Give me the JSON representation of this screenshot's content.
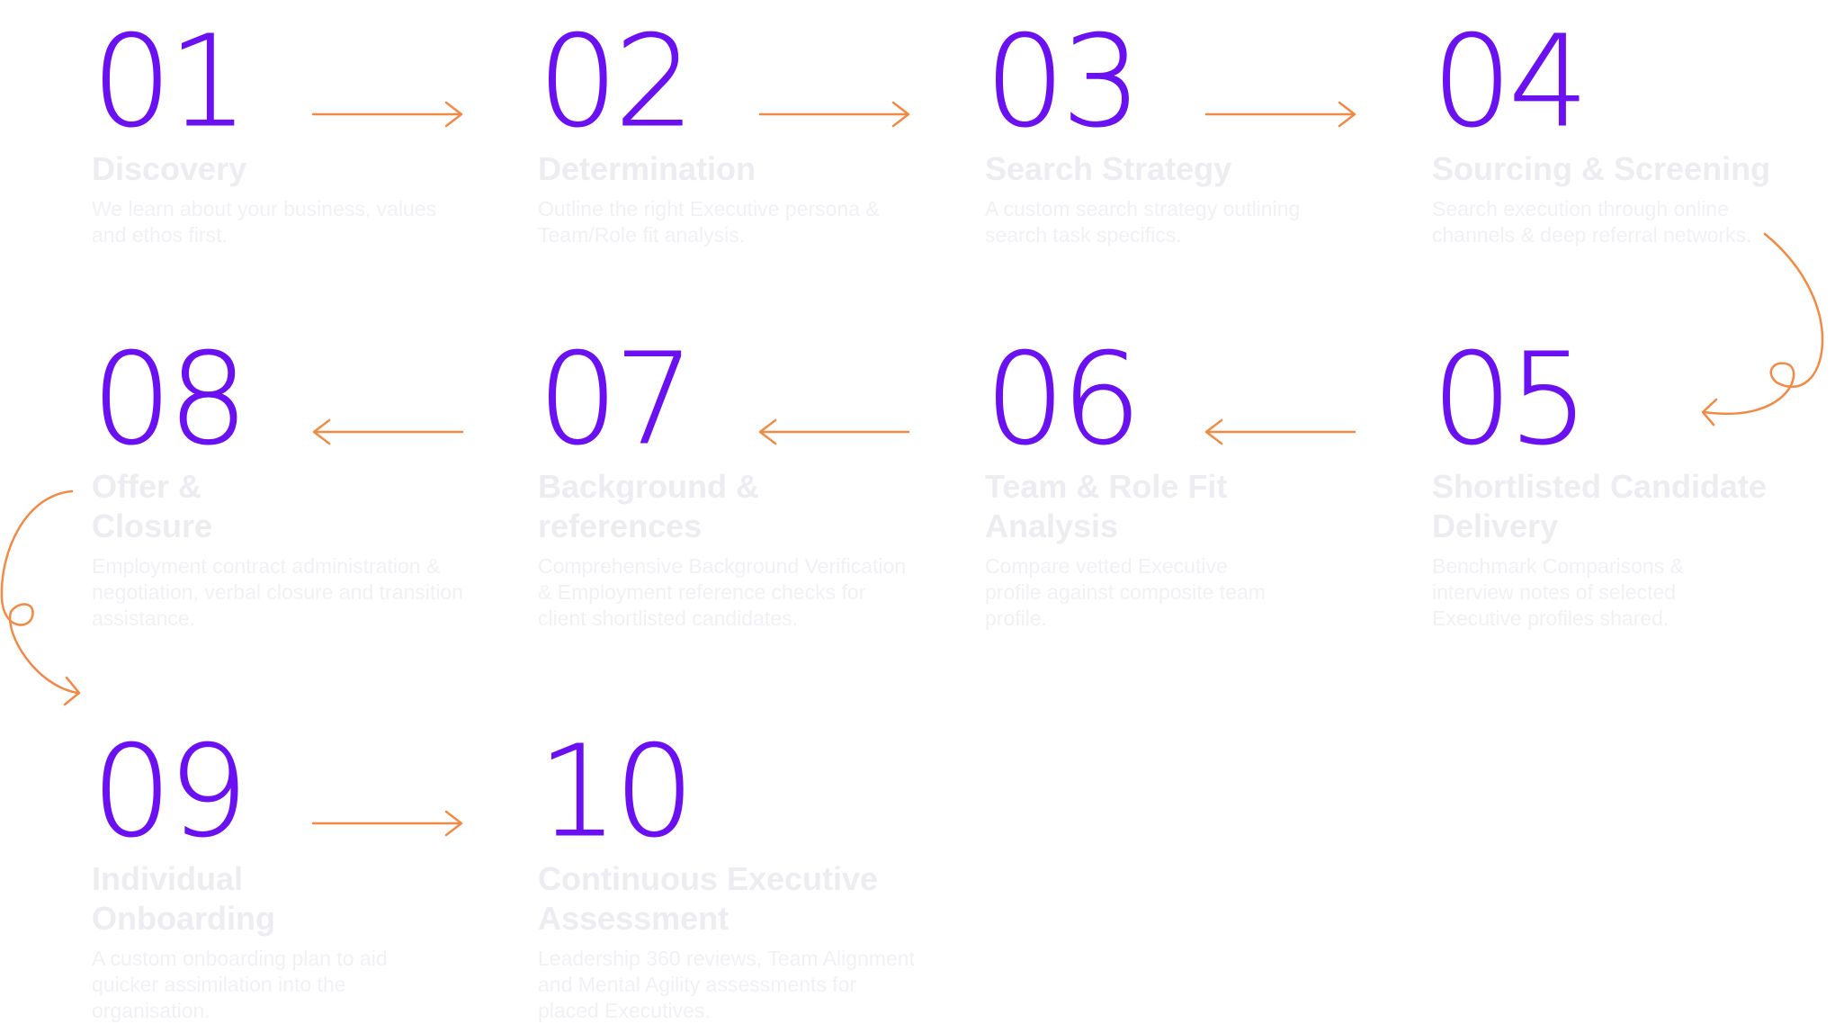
{
  "accent_number_color": "#6b10f0",
  "arrow_color": "#f28a45",
  "text_color": "#ececf1",
  "steps": [
    {
      "number": "01",
      "title": "Discovery",
      "description": "We learn about your business, values and ethos first."
    },
    {
      "number": "02",
      "title": "Determination",
      "description": "Outline the right Executive persona & Team/Role fit analysis."
    },
    {
      "number": "03",
      "title": "Search Strategy",
      "description": "A custom search strategy outlining search task specifics."
    },
    {
      "number": "04",
      "title": "Sourcing & Screening",
      "description": "Search execution through online channels & deep referral networks."
    },
    {
      "number": "05",
      "title": "Shortlisted Candidate Delivery",
      "description": "Benchmark Comparisons & interview notes of selected Executive profiles shared."
    },
    {
      "number": "06",
      "title": "Team & Role Fit Analysis",
      "description": "Compare vetted Executive profile against composite team profile."
    },
    {
      "number": "07",
      "title": "Background & references",
      "description": "Comprehensive Background Verification & Employment reference checks for client shortlisted candidates."
    },
    {
      "number": "08",
      "title": "Offer & Closure",
      "description": "Employment contract administration & negotiation, verbal closure and transition assistance."
    },
    {
      "number": "09",
      "title": "Individual Onboarding",
      "description": "A custom onboarding plan to aid quicker assimilation into the organisation."
    },
    {
      "number": "10",
      "title": "Continuous Executive Assessment",
      "description": "Leadership 360 reviews, Team Alignment and Mental Agility assessments for placed Executives."
    }
  ]
}
